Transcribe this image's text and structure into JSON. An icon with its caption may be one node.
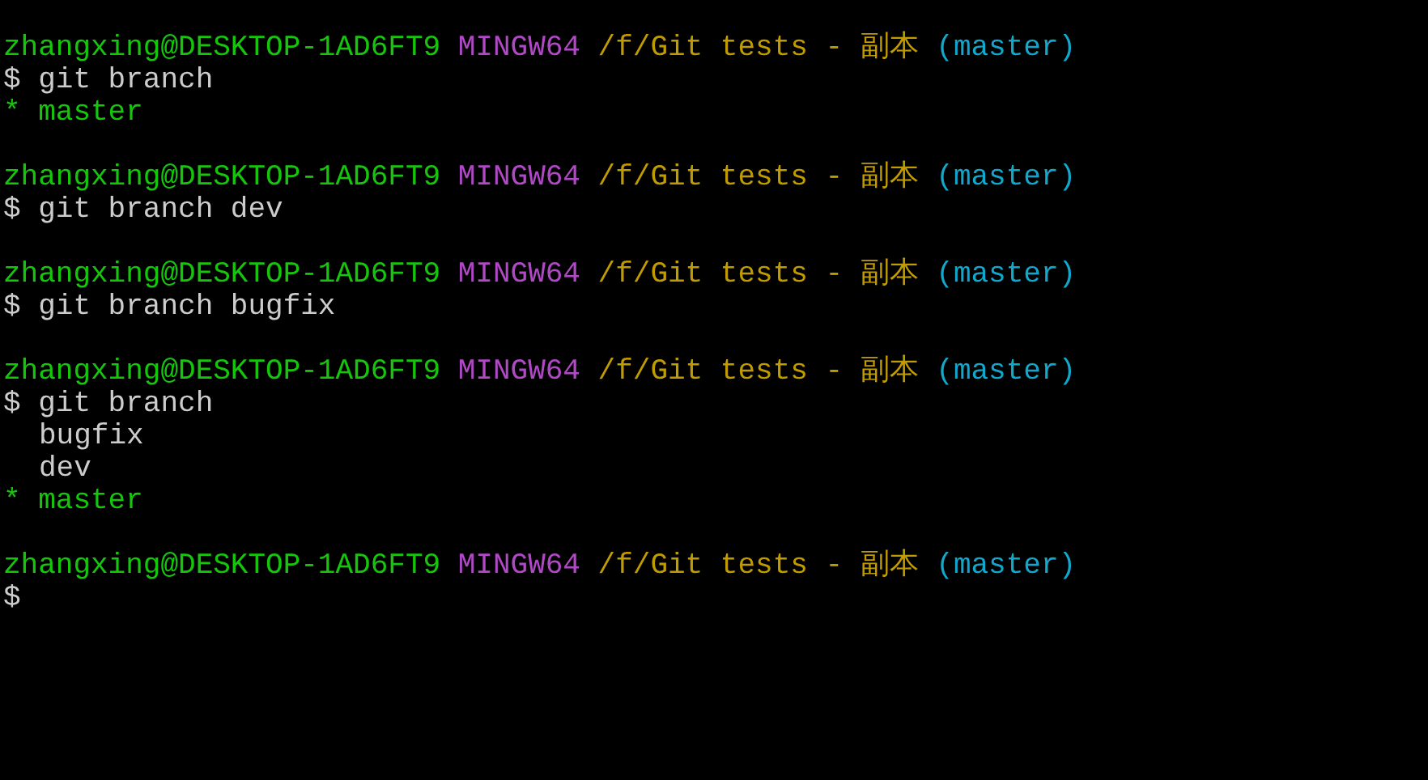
{
  "diagram": {
    "labels": [
      "zhangxing@DESKTOP-1AD6FT9",
      "MINGW64",
      "/f/Git tests - 副本",
      "(master)",
      "$ git branch",
      "* master",
      "zhangxing@DESKTOP-1AD6FT9",
      "MINGW64",
      "/f/Git tests - 副本",
      "(master)",
      "$ git branch dev",
      "zhangxing@DESKTOP-1AD6FT9",
      "MINGW64",
      "/f/Git tests - 副本",
      "(master)",
      "$ git branch bugfix",
      "zhangxing@DESKTOP-1AD6FT9",
      "MINGW64",
      "/f/Git tests - 副本",
      "(master)",
      "$ git branch",
      "bugfix",
      "dev",
      "* master",
      "zhangxing@DESKTOP-1AD6FT9",
      "MINGW64",
      "/f/Git tests - 副本",
      "(master)",
      "$"
    ]
  }
}
